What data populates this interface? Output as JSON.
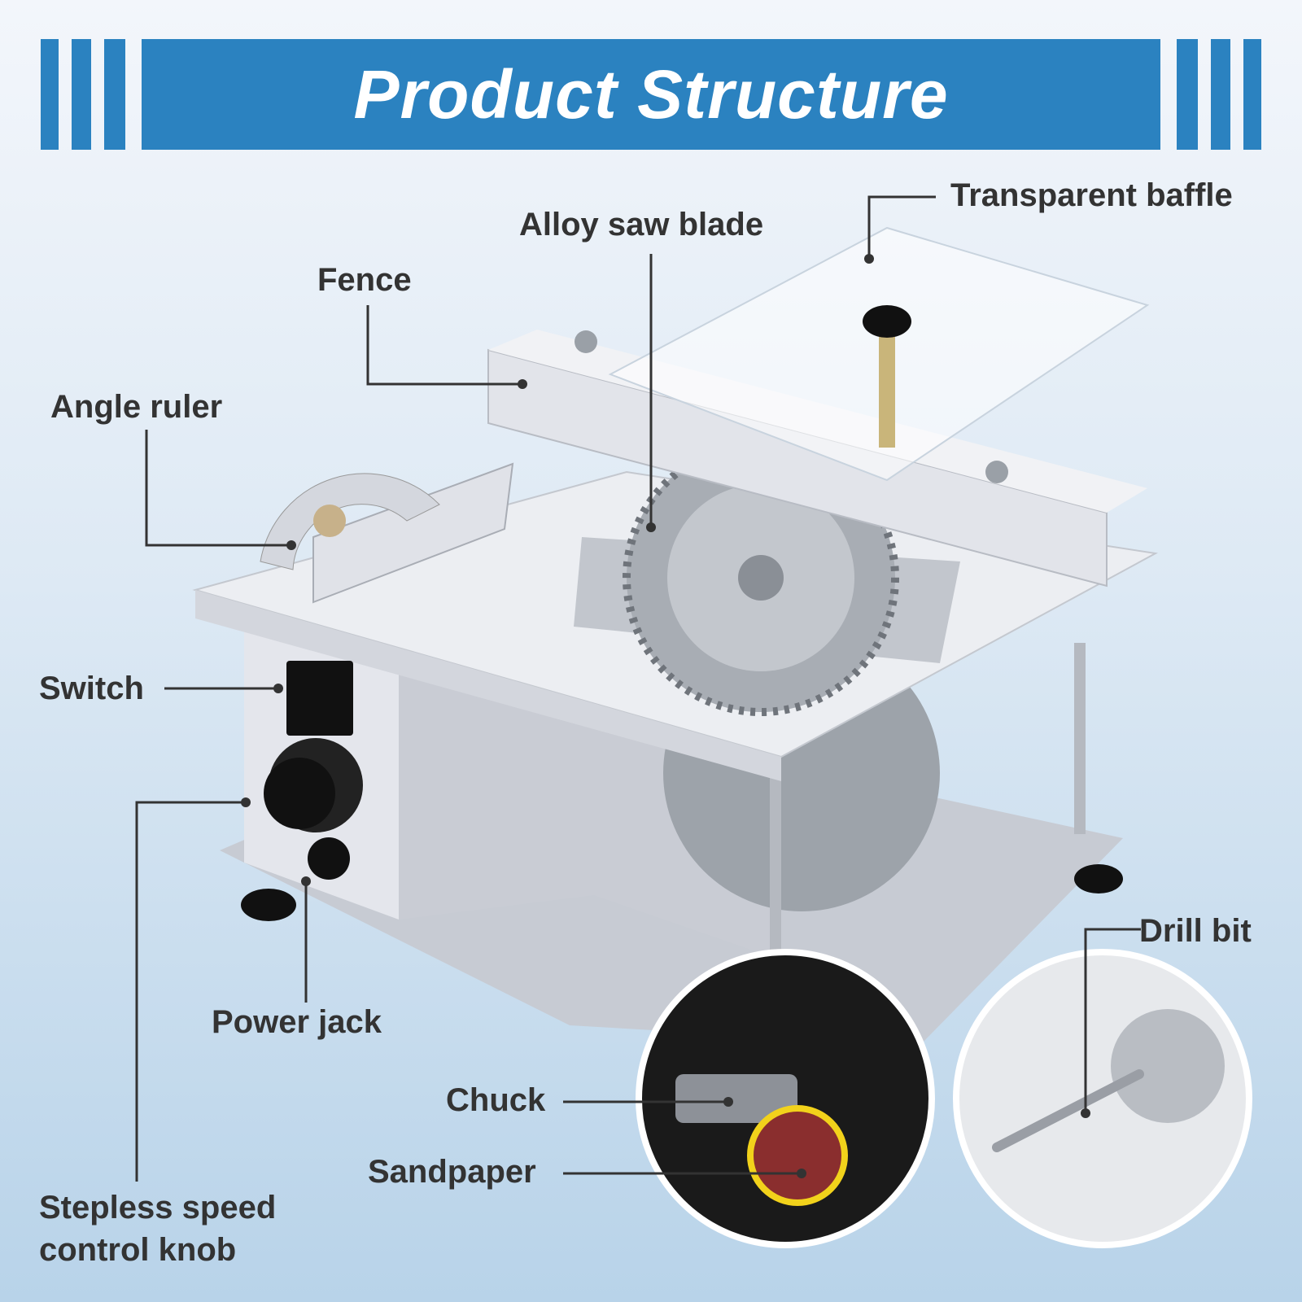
{
  "banner": {
    "title": "Product Structure"
  },
  "labels": {
    "transparent_baffle": "Transparent baffle",
    "alloy_saw_blade": "Alloy saw blade",
    "fence": "Fence",
    "angle_ruler": "Angle ruler",
    "switch": "Switch",
    "power_jack": "Power jack",
    "stepless_speed_line1": "Stepless speed",
    "stepless_speed_line2": "control knob",
    "drill_bit": "Drill bit",
    "chuck": "Chuck",
    "sandpaper": "Sandpaper"
  },
  "colors": {
    "banner": "#2b82c0",
    "machine_body": "#e9eaef",
    "callout_line": "#333333",
    "inset_background": "#1a1a1a",
    "sandpaper": "#8a2e2e"
  }
}
